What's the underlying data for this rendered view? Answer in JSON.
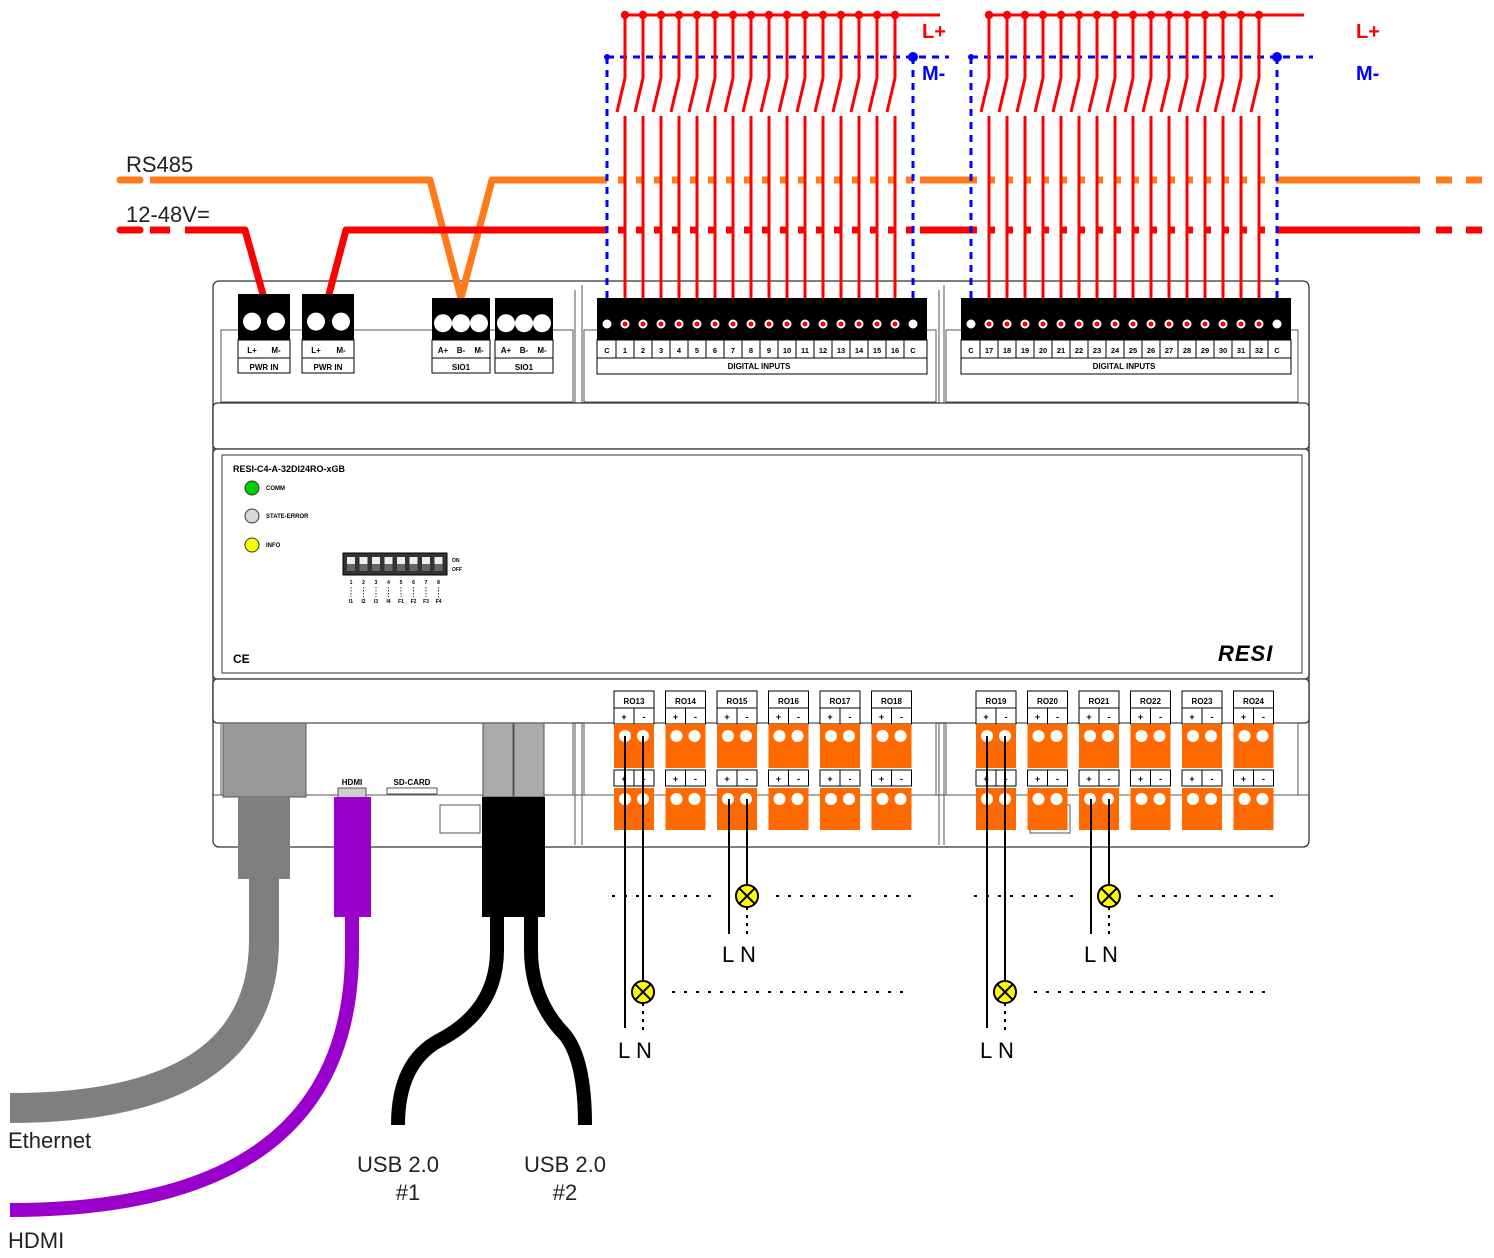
{
  "colors": {
    "red": "#ff0000",
    "blue": "#0000ff",
    "orange": "#ff7a1a",
    "terminal_orange": "#ff6a00",
    "purple": "#9900cc",
    "gray": "#7f7f7f",
    "black": "#000000",
    "led_green": "#00cc00",
    "led_gray": "#d8d8d8",
    "led_yellow": "#ffff00",
    "lamp": "#ffff00"
  },
  "bus": {
    "rs485": "RS485",
    "supply": "12-48V=",
    "lplus": "L+",
    "mminus": "M-"
  },
  "power": {
    "block1": {
      "pin1": "L+",
      "pin2": "M-",
      "label": "PWR IN"
    },
    "block2": {
      "pin1": "L+",
      "pin2": "M-",
      "label": "PWR IN"
    },
    "sio1": {
      "p1": "A+",
      "p2": "B-",
      "p3": "M-",
      "label": "SIO1"
    },
    "sio2": {
      "p1": "A+",
      "p2": "B-",
      "p3": "M-",
      "label": "SIO1"
    }
  },
  "di_block1": {
    "labels": [
      "C",
      "1",
      "2",
      "3",
      "4",
      "5",
      "6",
      "7",
      "8",
      "9",
      "10",
      "11",
      "12",
      "13",
      "14",
      "15",
      "16",
      "C"
    ],
    "title": "DIGITAL INPUTS"
  },
  "di_block2": {
    "labels": [
      "C",
      "17",
      "18",
      "19",
      "20",
      "21",
      "22",
      "23",
      "24",
      "25",
      "26",
      "27",
      "28",
      "29",
      "30",
      "31",
      "32",
      "C"
    ],
    "title": "DIGITAL INPUTS"
  },
  "device": {
    "model": "RESI-C4-A-32DI24RO-xGB",
    "led_comm": "COMM",
    "led_state": "STATE-ERROR",
    "led_info": "INFO",
    "dip_on": "ON",
    "dip_off": "OFF",
    "dip_numbers": [
      "1",
      "2",
      "3",
      "4",
      "5",
      "6",
      "7",
      "8"
    ],
    "dip_functions": [
      "I1",
      "I2",
      "I3",
      "I4",
      "F1",
      "F2",
      "F3",
      "F4"
    ],
    "ce": "CE",
    "logo": "RESI"
  },
  "relays": {
    "group1": [
      "RO13",
      "RO14",
      "RO15",
      "RO16",
      "RO17",
      "RO18"
    ],
    "group2": [
      "RO19",
      "RO20",
      "RO21",
      "RO22",
      "RO23",
      "RO24"
    ],
    "plus": "+",
    "minus": "-"
  },
  "ports": {
    "hdmi": "HDMI",
    "sdcard": "SD-CARD"
  },
  "loads": {
    "l": "L",
    "n": "N"
  },
  "cables": {
    "ethernet": "Ethernet",
    "hdmi": "HDMI",
    "usb1_line1": "USB 2.0",
    "usb1_line2": "#1",
    "usb2_line1": "USB 2.0",
    "usb2_line2": "#2"
  }
}
